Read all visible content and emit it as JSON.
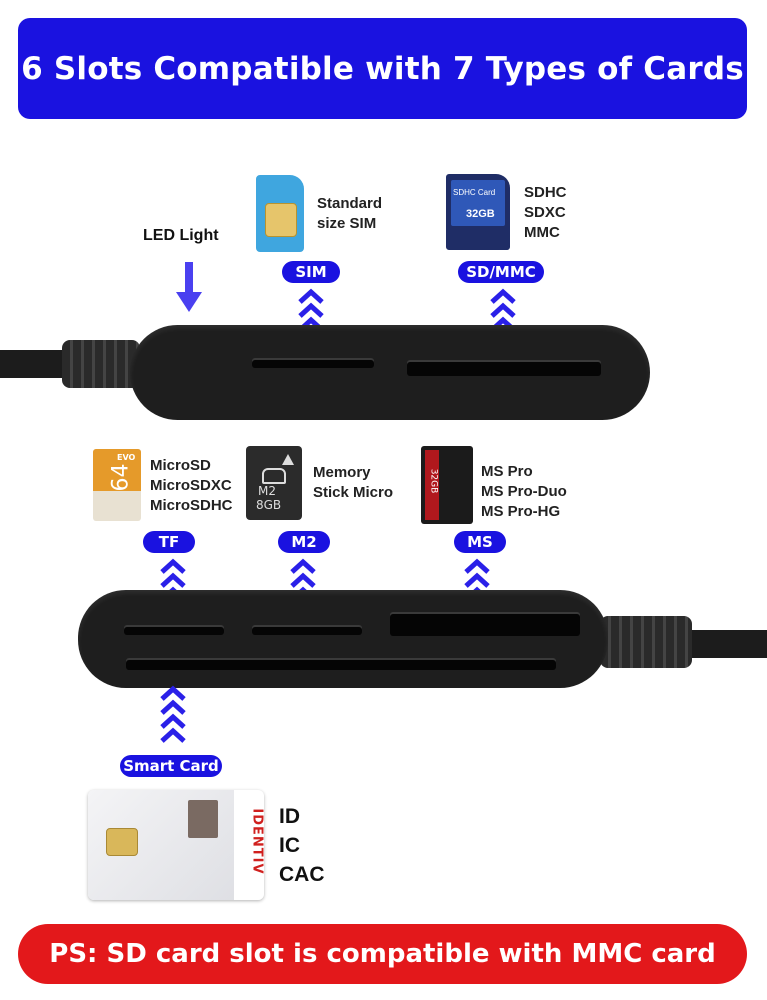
{
  "header": {
    "title": "6 Slots Compatible with 7 Types of Cards"
  },
  "led": {
    "label": "LED Light"
  },
  "slots": {
    "sim": {
      "label": "SIM",
      "desc": "Standard\nsize SIM"
    },
    "sd": {
      "label": "SD/MMC",
      "desc": "SDHC\nSDXC\nMMC",
      "card_text": "SDHC Card",
      "card_capacity": "32GB"
    },
    "tf": {
      "label": "TF",
      "desc": "MicroSD\nMicroSDXC\nMicroSDHC",
      "card_capacity": "64",
      "card_brand": "EVO"
    },
    "m2": {
      "label": "M2",
      "desc": "Memory\nStick Micro",
      "card_text": "M2",
      "card_capacity": "8GB"
    },
    "ms": {
      "label": "MS",
      "desc": "MS Pro\nMS Pro-Duo\nMS Pro-HG",
      "card_capacity": "32GB"
    },
    "smart": {
      "label": "Smart Card",
      "desc": "ID\nIC\nCAC",
      "card_brand": "IDENTIV"
    }
  },
  "footer": {
    "note": "PS: SD card slot is compatible with MMC card"
  },
  "colors": {
    "accent": "#1a12e0",
    "warning": "#e3181b",
    "device": "#1e1e1e"
  }
}
